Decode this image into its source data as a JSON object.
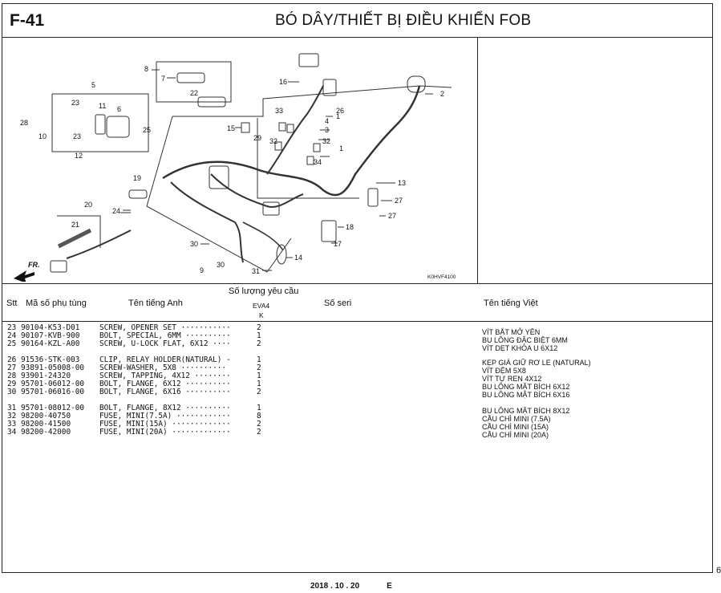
{
  "header": {
    "code": "F-41",
    "title": "BÓ DÂY/THIẾT BỊ ĐIỀU KHIỂN FOB"
  },
  "diagram": {
    "ref_code": "K0HVF4100",
    "front_mark": "FR.",
    "callouts": [
      "1",
      "1",
      "2",
      "3",
      "4",
      "5",
      "6",
      "7",
      "8",
      "9",
      "10",
      "11",
      "12",
      "13",
      "14",
      "15",
      "16",
      "17",
      "18",
      "19",
      "20",
      "21",
      "22",
      "23",
      "23",
      "24",
      "25",
      "26",
      "27",
      "27",
      "28",
      "29",
      "30",
      "30",
      "31",
      "32",
      "32",
      "33",
      "34"
    ]
  },
  "table_header": {
    "stt": "Stt",
    "part_no": "Mã số phụ tùng",
    "name_en": "Tên tiếng Anh",
    "qty": "Số lượng yêu cầu",
    "qty_model": "EVA4",
    "qty_sub": "K",
    "serial": "Số seri",
    "name_vi": "Tên tiếng Việt"
  },
  "rows": [
    {
      "stt": "23",
      "part": "90104-K53-D01",
      "en": "SCREW, OPENER SET ···········",
      "qty": "2",
      "vi": "VÍT BẮT MỞ YÊN"
    },
    {
      "stt": "24",
      "part": "90107-KVB-900",
      "en": "BOLT, SPECIAL, 6MM ··········",
      "qty": "1",
      "vi": "BU LÔNG ĐẶC BIỆT 6MM"
    },
    {
      "stt": "25",
      "part": "90164-KZL-A00",
      "en": "SCREW, U-LOCK FLAT, 6X12 ····",
      "qty": "2",
      "vi": "VÍT DẸT KHÓA U 6X12"
    },
    {
      "stt": "26",
      "part": "91536-STK-003",
      "en": "CLIP, RELAY HOLDER(NATURAL) -",
      "qty": "1",
      "vi": "KẸP GIÁ GIỮ RƠ LE (NATURAL)"
    },
    {
      "stt": "27",
      "part": "93891-05008-00",
      "en": "SCREW-WASHER, 5X8 ··········",
      "qty": "2",
      "vi": "VÍT ĐỆM 5X8"
    },
    {
      "stt": "28",
      "part": "93901-24320",
      "en": "SCREW, TAPPING, 4X12 ········",
      "qty": "1",
      "vi": "VÍT TỰ REN 4X12"
    },
    {
      "stt": "29",
      "part": "95701-06012-00",
      "en": "BOLT, FLANGE, 6X12 ··········",
      "qty": "1",
      "vi": "BU LÔNG MẶT BÍCH 6X12"
    },
    {
      "stt": "30",
      "part": "95701-06016-00",
      "en": "BOLT, FLANGE, 6X16 ··········",
      "qty": "2",
      "vi": "BU LÔNG MẶT BÍCH 6X16"
    },
    {
      "stt": "31",
      "part": "95701-08012-00",
      "en": "BOLT, FLANGE, 8X12 ··········",
      "qty": "1",
      "vi": "BU LÔNG MẶT BÍCH 8X12"
    },
    {
      "stt": "32",
      "part": "98200-40750",
      "en": "FUSE, MINI(7.5A) ············",
      "qty": "8",
      "vi": "CẦU CHÌ MINI (7.5A)"
    },
    {
      "stt": "33",
      "part": "98200-41500",
      "en": "FUSE, MINI(15A) ·············",
      "qty": "2",
      "vi": "CẦU CHÌ MINI (15A)"
    },
    {
      "stt": "34",
      "part": "98200-42000",
      "en": "FUSE, MINI(20A) ·············",
      "qty": "2",
      "vi": "CẦU CHÌ MINI (20A)"
    }
  ],
  "footer": {
    "date": "2018 . 10 . 20",
    "edition": "E",
    "page": "6"
  }
}
